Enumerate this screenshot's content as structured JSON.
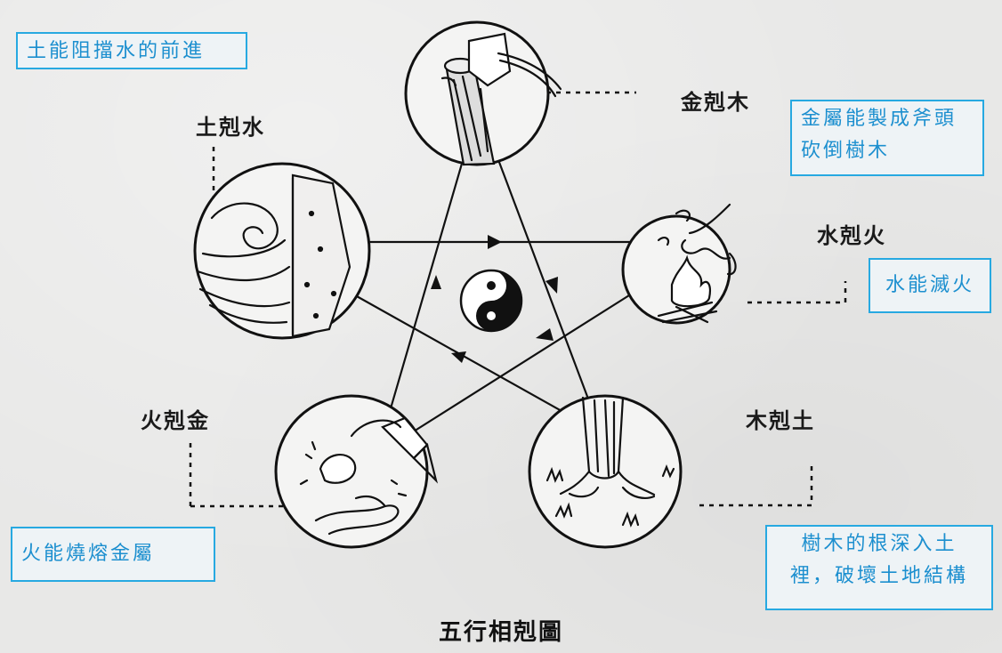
{
  "title": "五行相剋圖",
  "relations": {
    "metal_wood": "金剋木",
    "water_fire": "水剋火",
    "wood_earth": "木剋土",
    "fire_metal": "火剋金",
    "earth_water": "土剋水"
  },
  "notes": {
    "earth_water": "土能阻擋水的前進",
    "metal_wood_line1": "金屬能製成斧頭",
    "metal_wood_line2": "砍倒樹木",
    "water_fire": "水能滅火",
    "fire_metal": "火能燒熔金屬",
    "wood_earth_line1": "樹木的根深入土",
    "wood_earth_line2": "裡，破壞土地結構"
  },
  "icons": {
    "center": "yin-yang-icon",
    "metal": "axe-chopping-log-icon",
    "water": "water-splashing-fire-icon",
    "wood": "tree-roots-icon",
    "fire": "molten-metal-icon",
    "earth": "wave-against-earth-wall-icon"
  },
  "colors": {
    "note_border": "#27a9e1",
    "note_text": "#1c8fcf",
    "ink": "#111111"
  }
}
